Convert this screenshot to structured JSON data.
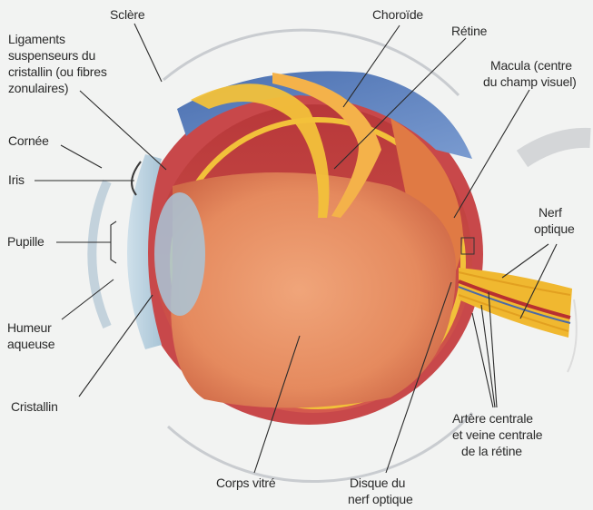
{
  "labels": {
    "sclere": "Sclère",
    "choroide": "Choroïde",
    "retine": "Rétine",
    "ligaments_l1": "Ligaments",
    "ligaments_l2": "suspenseurs du",
    "ligaments_l3": "cristallin (ou fibres",
    "ligaments_l4": "zonulaires)",
    "macula_l1": "Macula (centre",
    "macula_l2": "du champ visuel)",
    "cornee": "Cornée",
    "iris": "Iris",
    "nerf_l1": "Nerf",
    "nerf_l2": "optique",
    "pupille": "Pupille",
    "humeur_l1": "Humeur",
    "humeur_l2": "aqueuse",
    "cristallin": "Cristallin",
    "artere_l1": "Artère centrale",
    "artere_l2": "et veine centrale",
    "artere_l3": "de la rétine",
    "corps_vitre": "Corps vitré",
    "disque_l1": "Disque du",
    "disque_l2": "nerf optique"
  },
  "colors": {
    "background": "#f2f3f2",
    "vitreous": "#e8966a",
    "sclera_red": "#c8484a",
    "choroid_blue": "#5a80b8",
    "retina_yellow": "#f2c13a",
    "cornea_blue": "#b7d0de",
    "nerve_yellow": "#f0b830",
    "vessel_red": "#b83030"
  }
}
